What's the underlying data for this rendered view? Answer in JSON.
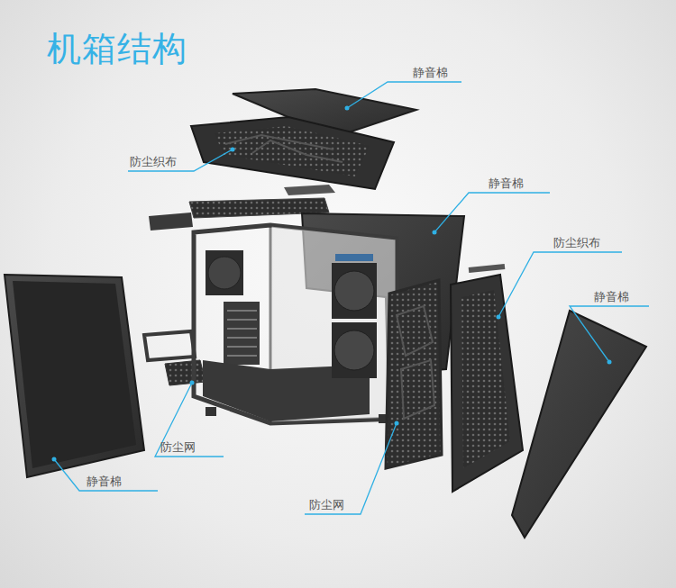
{
  "diagram": {
    "title": "机箱结构",
    "labels": [
      "静音棉",
      "防尘织布",
      "静音棉",
      "防尘织布",
      "静音棉",
      "防尘网",
      "静音棉",
      "防尘网"
    ]
  }
}
